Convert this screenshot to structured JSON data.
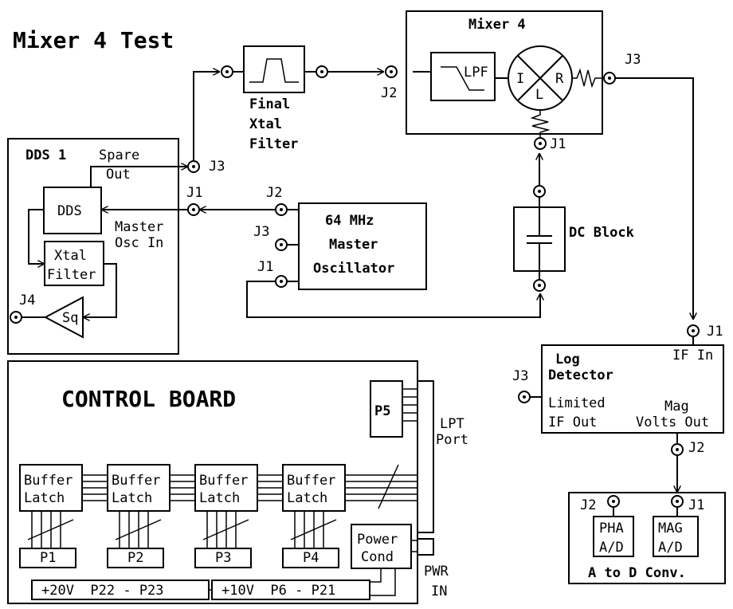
{
  "title": "Mixer 4 Test",
  "mixer4": {
    "title": "Mixer 4",
    "lpf": "LPF",
    "port_i": "I",
    "port_r": "R",
    "port_l": "L",
    "j1": "J1",
    "j2": "J2",
    "j3": "J3"
  },
  "final_filter": {
    "line1": "Final",
    "line2": "Xtal",
    "line3": "Filter"
  },
  "dds1": {
    "title": "DDS 1",
    "spare1": "Spare",
    "spare2": "Out",
    "dds": "DDS",
    "master1": "Master",
    "master2": "Osc In",
    "xtal1": "Xtal",
    "xtal2": "Filter",
    "sq": "Sq",
    "j1": "J1",
    "j3": "J3",
    "j4": "J4"
  },
  "master_osc": {
    "line1": "64 MHz",
    "line2": "Master",
    "line3": "Oscillator",
    "j1": "J1",
    "j2": "J2",
    "j3": "J3"
  },
  "dc_block": {
    "label": "DC Block"
  },
  "log_detector": {
    "title1": "Log",
    "title2": "Detector",
    "if_in": "IF In",
    "limited1": "Limited",
    "limited2": "IF Out",
    "mag1": "Mag",
    "mag2": "Volts Out",
    "j1": "J1",
    "j2": "J2",
    "j3": "J3"
  },
  "atod": {
    "title": "A to D Conv.",
    "pha1": "PHA",
    "pha2": "A/D",
    "mag1": "MAG",
    "mag2": "A/D",
    "j1": "J1",
    "j2": "J2"
  },
  "control": {
    "title": "CONTROL BOARD",
    "p5": "P5",
    "lpt1": "LPT",
    "lpt2": "Port",
    "pwr1": "PWR",
    "pwr2": "IN",
    "latch1": "Buffer",
    "latch2": "Latch",
    "ports": [
      "P1",
      "P2",
      "P3",
      "P4"
    ],
    "power1": "Power",
    "power2": "Cond",
    "rail20": "+20V  P22 - P23",
    "rail10": "+10V  P6 - P21"
  }
}
